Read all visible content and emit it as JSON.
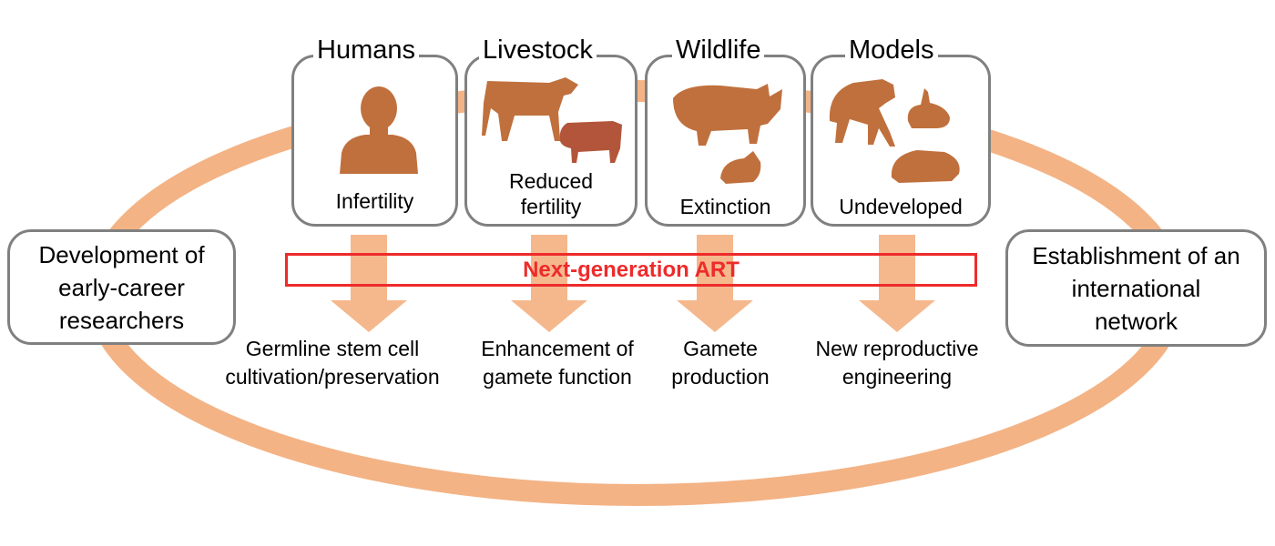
{
  "colors": {
    "ring": "#f3b385",
    "animal": "#c0703d",
    "pig": "#b2553a",
    "border": "#808080",
    "art": "#ee2b2b"
  },
  "categories": [
    {
      "title": "Humans",
      "caption": "Infertility",
      "icon": "human-bust-icon"
    },
    {
      "title": "Livestock",
      "caption": "Reduced fertility",
      "icon": "cow-pig-icon"
    },
    {
      "title": "Wildlife",
      "caption": "Extinction",
      "icon": "rhino-mouse-icon"
    },
    {
      "title": "Models",
      "caption": "Undeveloped",
      "icon": "monkey-rabbit-molerat-icon"
    }
  ],
  "left_box": "Development of early-career researchers",
  "right_box": "Establishment of an international network",
  "center_label": "Next-generation ART",
  "outcomes": [
    {
      "line1": "Germline stem cell",
      "line2": "cultivation/preservation"
    },
    {
      "line1": "Enhancement of",
      "line2": "gamete function"
    },
    {
      "line1": "Gamete",
      "line2": "production"
    },
    {
      "line1": "New reproductive",
      "line2": "engineering"
    }
  ]
}
